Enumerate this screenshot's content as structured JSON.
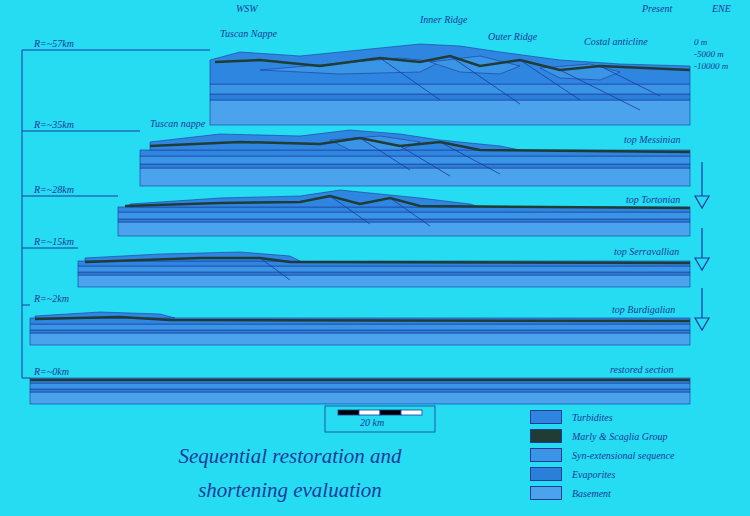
{
  "diagram": {
    "title": "Sequential restoration and shortening evaluation",
    "labels": [
      "WSW",
      "Inner Ridge",
      "Outer Ridge",
      "ENE",
      "Present",
      "Tuscan Nappe",
      "Costal anticline",
      "0 m",
      "-5000 m",
      "-10000 m",
      "R=~57km",
      "Tuscan nappe",
      "top Messinian",
      "R=~35km",
      "top Tortonian",
      "R=~28km",
      "top Serravallian",
      "R=~15km",
      "top Burdigalian",
      "R=~2km",
      "restored section",
      "R=~0km",
      "20 km"
    ],
    "legend": [
      {
        "text": "Turbidites",
        "color": "#2f86e0"
      },
      {
        "text": "Marly & Scaglia Group",
        "color": "#1f3d35"
      },
      {
        "text": "Syn-extensional sequence",
        "color": "#3a95e6"
      },
      {
        "text": "Evaporites",
        "color": "#2a7fd8"
      },
      {
        "text": "Basement",
        "color": "#4aa3ec"
      }
    ]
  }
}
